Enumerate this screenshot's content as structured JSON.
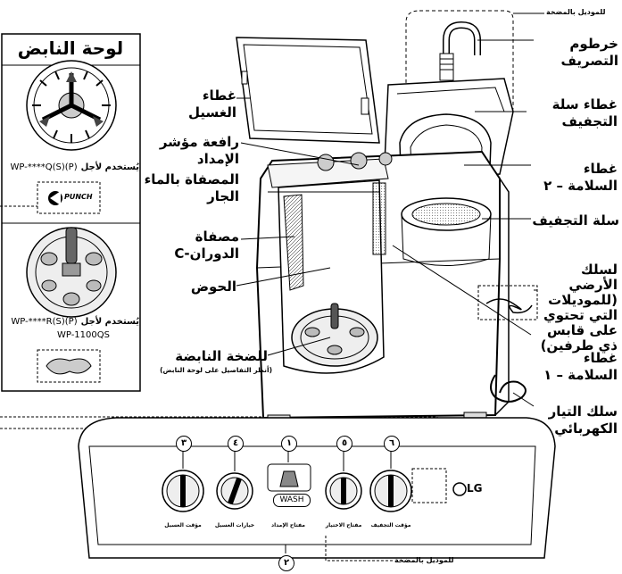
{
  "pulsator_board": {
    "title": "لوحة النابض",
    "model_a_label": "يُستخدم لأجل",
    "model_a": "WP-****Q(S)(P)",
    "badge_a": "PUNCH",
    "model_b_label": "يُستخدم لأجل",
    "model_b_line1": "WP-****R(S)(P)",
    "model_b_line2": "WP-1100QS"
  },
  "top_note": "للموديل بالمضخة",
  "bottom_note": "للموديل بالمضخة",
  "labels": {
    "drain_hose": "خرطوم\nالتصريف",
    "wash_lid": "غطاء\nالغسيل",
    "spin_basket_cover": "غطاء سلة\nالتجفيف",
    "preset_indicator_lever": "رافعة مؤشر\nالإمداد",
    "safety_cover_2": "غطاء\nالسلامة – ٢",
    "running_water_filter": "المصفاة بالماء\nالجار",
    "spin_basket": "سلة التجفيف",
    "c_circulation_filter": "مصفاة\nالدوران-C",
    "tub": "الحوض",
    "ground_wire": "لسلك الأرضي\n(للموديلات\nالتي تحتوي\nعلى قابس\nذي طرفين)",
    "pulsator_pump": "للضخة النابضة",
    "pulsator_pump_note": "(أنظر التفاصيل على لوحة النابض)",
    "safety_cover_1": "غطاء\nالسلامة – ١",
    "power_cord": "سلك التيار\nالكهربائي"
  },
  "control_panel": {
    "numbers": [
      "٣",
      "٤",
      "١",
      "٥",
      "٦",
      "٢"
    ],
    "wash_button": "WASH",
    "brand": "LG",
    "knob_labels": [
      "مؤقت الغسيل",
      "خيارات الغسيل",
      "مفتاح الإمداد",
      "مفتاح الاختيار",
      "مؤقت التجفيف"
    ]
  }
}
